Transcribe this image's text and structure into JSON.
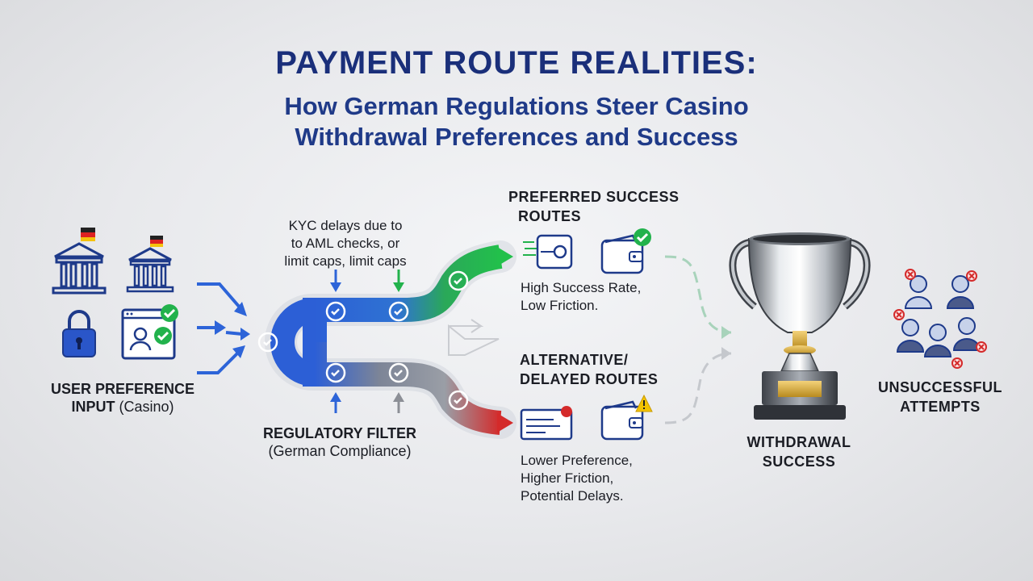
{
  "title": "PAYMENT ROUTE REALITIES:",
  "subtitle_line1": "How German Regulations Steer Casino",
  "subtitle_line2": "Withdrawal Preferences and Success",
  "left": {
    "label_bold": "USER PREFERENCE",
    "label_line2_bold": "INPUT",
    "label_line2_rest": " (Casino)"
  },
  "kyc_note": {
    "line1": "KYC delays due to",
    "line2": "to AML checks, or",
    "line3": "limit caps, limit caps"
  },
  "filter": {
    "label": "REGULATORY FILTER",
    "sub": "(German Compliance)"
  },
  "preferred": {
    "head1": "PREFERRED SUCCESS",
    "head2": "ROUTES",
    "desc1": "High Success Rate,",
    "desc2": "Low Friction."
  },
  "alternative": {
    "head1": "ALTERNATIVE/",
    "head2": "DELAYED ROUTES",
    "desc1": "Lower Preference,",
    "desc2": "Higher Friction,",
    "desc3": "Potential Delays."
  },
  "trophy": {
    "label1": "WITHDRAWAL",
    "label2": "SUCCESS"
  },
  "unsuccessful": {
    "label1": "UNSUCCESSFUL",
    "label2": "ATTEMPTS"
  },
  "colors": {
    "navy": "#1a2f7a",
    "blue": "#2d64d8",
    "green": "#1fb548",
    "red": "#d42a2a",
    "gray": "#8c8f96"
  }
}
